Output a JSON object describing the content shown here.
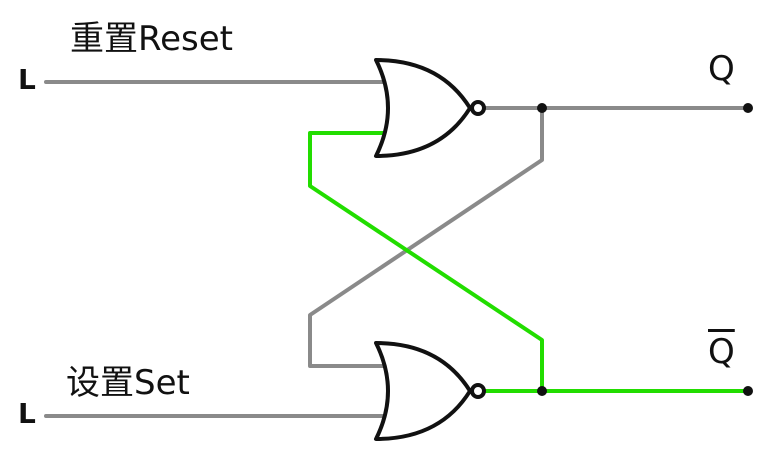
{
  "labels": {
    "reset": "重置Reset",
    "set": "设置Set",
    "q": "Q",
    "q_bar": "Q",
    "input_reset_state": "L",
    "input_set_state": "L"
  },
  "colors": {
    "wire_low": "#8a8a8a",
    "wire_high": "#22dd00",
    "gate_stroke": "#111111",
    "node": "#111111"
  },
  "gates": [
    {
      "name": "nor-gate-top",
      "type": "NOR"
    },
    {
      "name": "nor-gate-bottom",
      "type": "NOR"
    }
  ]
}
